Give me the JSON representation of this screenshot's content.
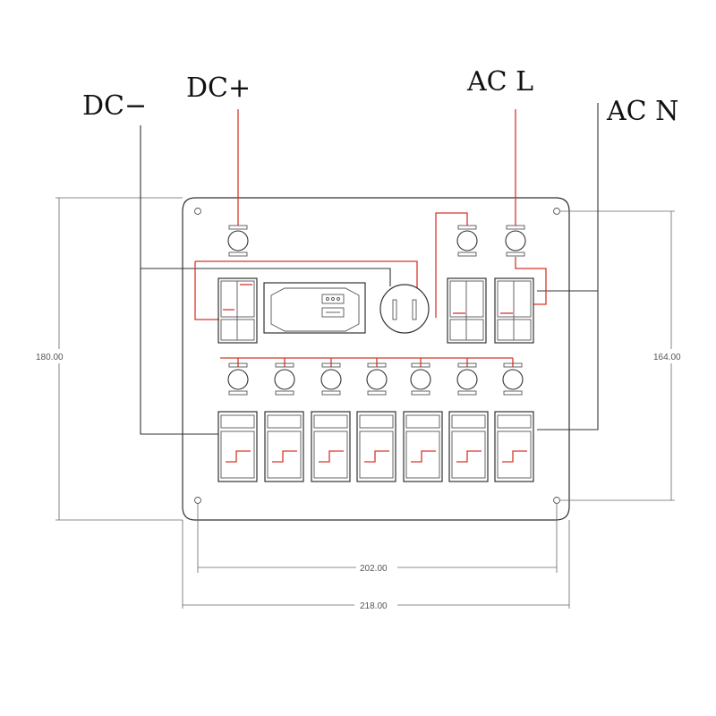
{
  "colors": {
    "wire_red": "#d9352b",
    "wire_black": "#333333",
    "dimension": "#666666"
  },
  "terminals": {
    "dc_minus": "DC−",
    "dc_plus": "DC+",
    "ac_l": "AC L",
    "ac_n": "AC N"
  },
  "dimensions": {
    "height_outer": "180.00",
    "height_holes": "164.00",
    "width_holes": "202.00",
    "width_outer": "218.00"
  }
}
